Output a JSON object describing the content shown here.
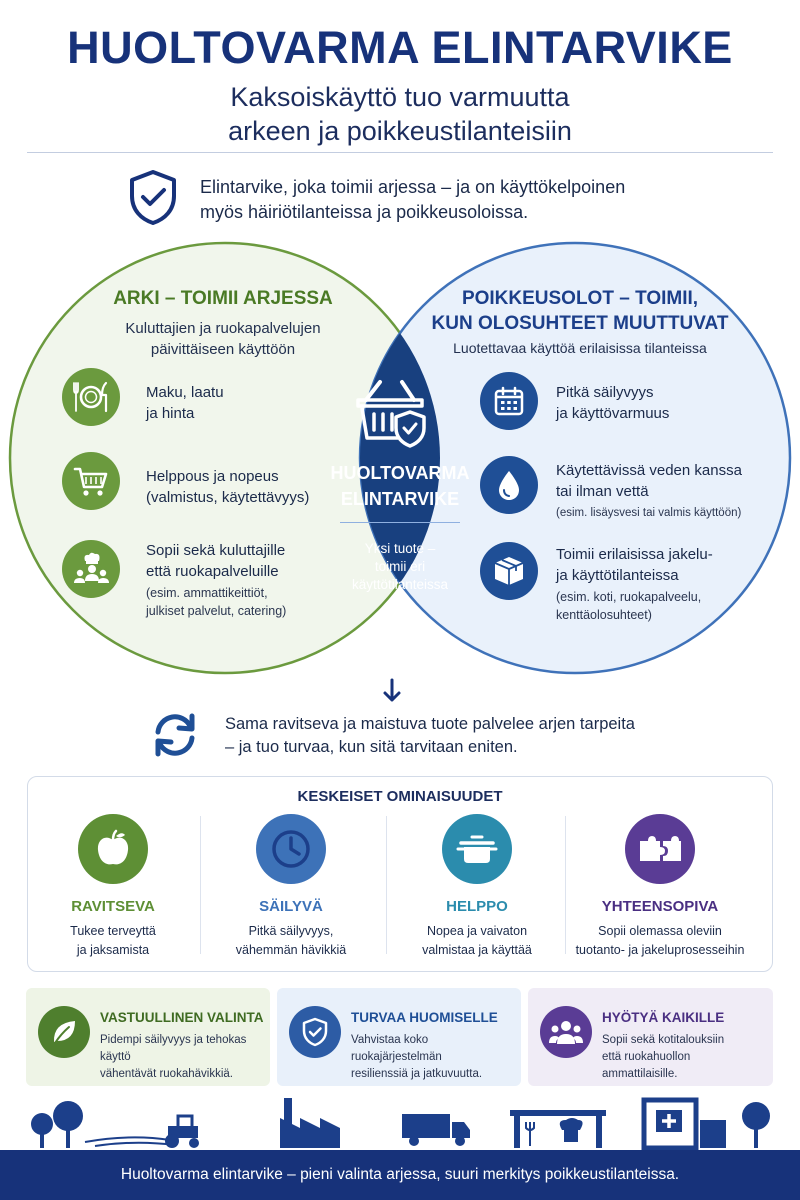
{
  "header": {
    "title": "HUOLTOVARMA ELINTARVIKE",
    "subtitle_line1": "Kaksoiskäyttö tuo varmuutta",
    "subtitle_line2": "arkeen ja poikkeustilanteisiin"
  },
  "intro": {
    "line1": "Elintarvike, joka toimii arjessa – ja on käyttökelpoinen",
    "line2": "myös häiriötilanteissa ja poikkeusoloissa."
  },
  "arki": {
    "title": "ARKI – TOIMII ARJESSA",
    "subtitle_line1": "Kuluttajien ja ruokapalvelujen",
    "subtitle_line2": "päivittäiseen käyttöön",
    "items": [
      {
        "icon": "plate-fork-knife-icon",
        "line1": "Maku, laatu",
        "line2": "ja hinta",
        "small1": "",
        "small2": ""
      },
      {
        "icon": "shopping-cart-icon",
        "line1": "Helppous ja nopeus",
        "line2": "(valmistus, käytettävyys)",
        "small1": "",
        "small2": ""
      },
      {
        "icon": "chef-people-icon",
        "line1": "Sopii sekä kuluttajille",
        "line2": "että ruokapalveluille",
        "small1": "(esim. ammattikeittiöt,",
        "small2": "julkiset palvelut, catering)"
      }
    ]
  },
  "poikkeus": {
    "title_line1": "POIKKEUSOLOT – TOIMII,",
    "title_line2": "KUN OLOSUHTEET MUUTTUVAT",
    "subtitle": "Luotettavaa käyttöä erilaisissa tilanteissa",
    "items": [
      {
        "icon": "calendar-icon",
        "line1": "Pitkä säilyvyys",
        "line2": "ja käyttövarmuus",
        "small1": "",
        "small2": ""
      },
      {
        "icon": "water-drop-icon",
        "line1": "Käytettävissä veden kanssa",
        "line2": "tai ilman vettä",
        "small1": "(esim. lisäysvesi tai valmis käyttöön)",
        "small2": ""
      },
      {
        "icon": "box-icon",
        "line1": "Toimii erilaisissa jakelu-",
        "line2": "ja käyttötilanteissa",
        "small1": "(esim. koti, ruokapalveelu,",
        "small2": "kenttäolosuhteet)"
      }
    ]
  },
  "center": {
    "title_line1": "HUOLTOVARMA",
    "title_line2": "ELINTARVIKE",
    "sub_line1": "Yksi tuote –",
    "sub_line2": "toimii eri",
    "sub_line3": "käyttötilanteissa"
  },
  "summary": {
    "line1": "Sama ravitseva ja maistuva tuote palvelee arjen tarpeita",
    "line2": "– ja tuo turvaa, kun sitä tarvitaan eniten."
  },
  "features": {
    "title": "KESKEISET OMINAISUUDET",
    "items": [
      {
        "icon": "apple-icon",
        "label": "RAVITSEVA",
        "desc1": "Tukee terveyttä",
        "desc2": "ja jaksamista",
        "color": "#5e8f35"
      },
      {
        "icon": "clock-icon",
        "label": "SÄILYVÄ",
        "desc1": "Pitkä säilyvyys,",
        "desc2": "vähemmän hävikkiä",
        "color": "#3d72b8"
      },
      {
        "icon": "cooking-pot-icon",
        "label": "HELPPO",
        "desc1": "Nopea ja vaivaton",
        "desc2": "valmistaa ja käyttää",
        "color": "#2b8cad"
      },
      {
        "icon": "puzzle-icon",
        "label": "YHTEENSOPIVA",
        "desc1": "Sopii olemassa oleviin",
        "desc2": "tuotanto- ja jakeluprosesseihin",
        "color": "#5a3c95"
      }
    ]
  },
  "tiles": [
    {
      "icon": "leaf-icon",
      "title": "VASTUULLINEN VALINTA",
      "desc1": "Pidempi säilyvyys ja tehokas käyttö",
      "desc2": "vähentävät ruokahävikkiä.",
      "desc3": "",
      "bg": "#eef4e6",
      "accent": "#4f7f2e",
      "title_color": "#3f6b22"
    },
    {
      "icon": "shield-check-icon",
      "title": "TURVAA HUOMISELLE",
      "desc1": "Vahvistaa koko ruokajärjestelmän",
      "desc2": "resilienssiä ja jatkuvuutta.",
      "desc3": "",
      "bg": "#e8f0fa",
      "accent": "#2d5ca5",
      "title_color": "#1f4f96"
    },
    {
      "icon": "people-group-icon",
      "title": "HYÖTYÄ KAIKILLE",
      "desc1": "Sopii sekä kotitalouksiin",
      "desc2": "että ruokahuollon",
      "desc3": "ammattilaisille.",
      "bg": "#f0ecf6",
      "accent": "#5a3c95",
      "title_color": "#4a2f82"
    }
  ],
  "footer": {
    "text": "Huoltovarma elintarvike – pieni valinta arjessa, suuri merkitys poikkeustilanteissa."
  },
  "colors": {
    "navy": "#17327a",
    "green": "#6b9a3e",
    "blue": "#1f4f96",
    "green_title": "#4a7a25",
    "blue_title": "#1c3f8a"
  }
}
